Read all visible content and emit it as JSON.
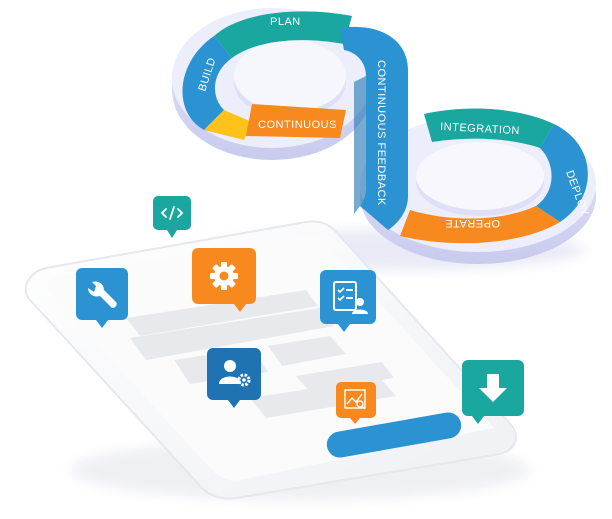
{
  "infinity_loop": {
    "stages": {
      "plan": "PLAN",
      "build": "BUILD",
      "continuous": "CONTINUOUS",
      "continuous_feedback": "CONTINUOUS FEEDBACK",
      "integration": "INTEGRATION",
      "deploy": "DEPLOY",
      "operate": "OPERATE"
    }
  },
  "colors": {
    "teal": "#1aa7a0",
    "blue": "#2b93d1",
    "orange": "#f7891f",
    "base": "#d7d8f2",
    "dark_blue": "#1f73b3"
  },
  "icons": {
    "code": "code-icon",
    "wrench": "wrench-icon",
    "gear": "gear-icon",
    "checklist": "checklist-user-icon",
    "user_settings": "user-settings-icon",
    "analytics": "analytics-search-icon",
    "download": "download-icon"
  }
}
